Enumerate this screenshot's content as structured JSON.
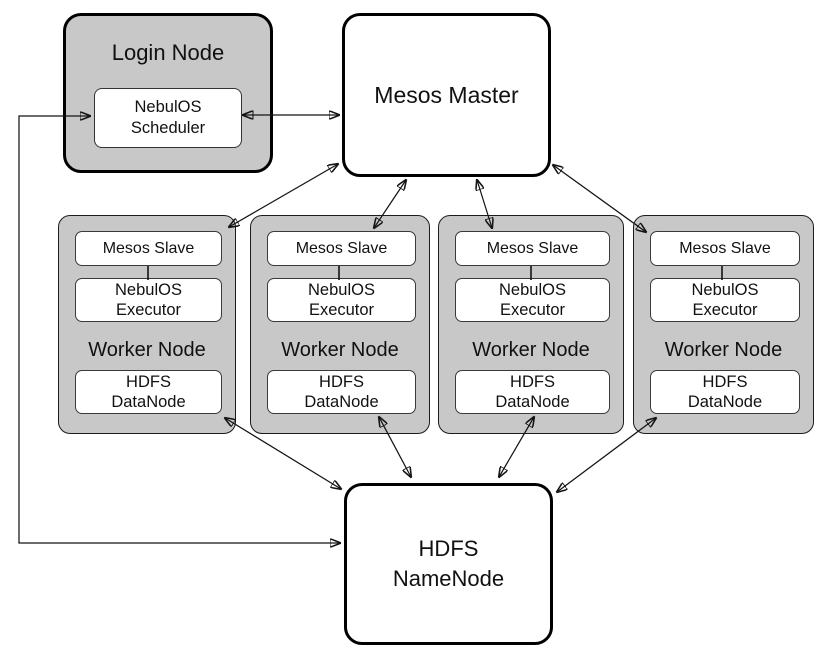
{
  "login_node": {
    "title": "Login Node",
    "scheduler": [
      "NebulOS",
      "Scheduler"
    ]
  },
  "mesos_master": {
    "title": "Mesos Master"
  },
  "hdfs_namenode": {
    "lines": [
      "HDFS",
      "NameNode"
    ]
  },
  "workers": [
    {
      "slave": "Mesos Slave",
      "executor": [
        "NebulOS",
        "Executor"
      ],
      "label": "Worker Node",
      "datanode": [
        "HDFS",
        "DataNode"
      ]
    },
    {
      "slave": "Mesos Slave",
      "executor": [
        "NebulOS",
        "Executor"
      ],
      "label": "Worker Node",
      "datanode": [
        "HDFS",
        "DataNode"
      ]
    },
    {
      "slave": "Mesos Slave",
      "executor": [
        "NebulOS",
        "Executor"
      ],
      "label": "Worker Node",
      "datanode": [
        "HDFS",
        "DataNode"
      ]
    },
    {
      "slave": "Mesos Slave",
      "executor": [
        "NebulOS",
        "Executor"
      ],
      "label": "Worker Node",
      "datanode": [
        "HDFS",
        "DataNode"
      ]
    }
  ],
  "colors": {
    "node_fill_gray": "#c8c8c8",
    "node_fill_white": "#ffffff",
    "border_black": "#000000",
    "arrow_line": "#141414"
  }
}
